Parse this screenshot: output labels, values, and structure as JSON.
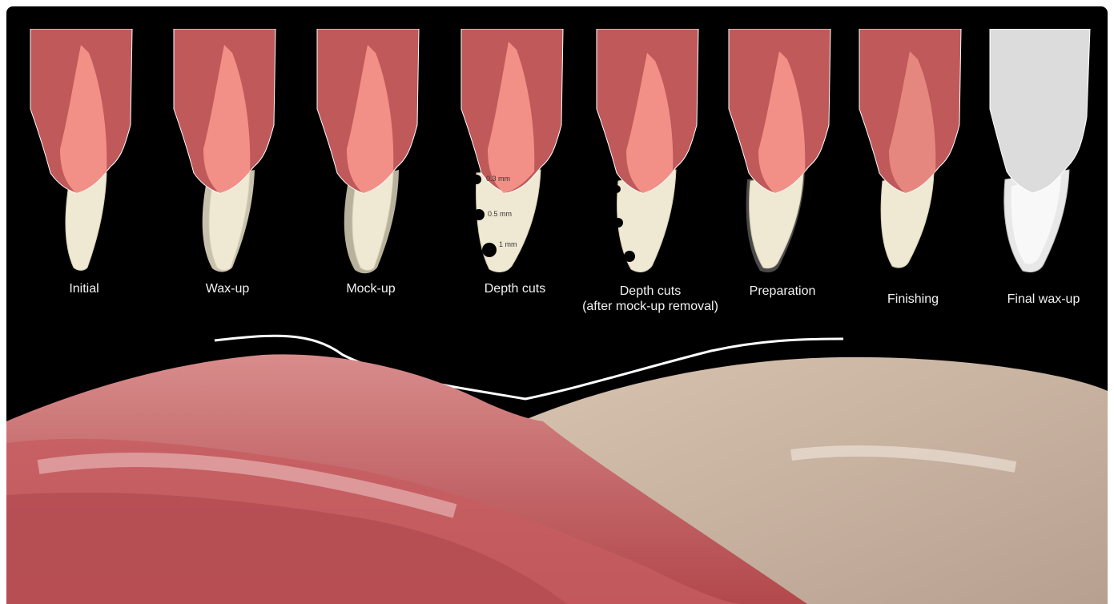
{
  "stages": [
    {
      "label": "Initial",
      "label2": ""
    },
    {
      "label": "Wax-up",
      "label2": ""
    },
    {
      "label": "Mock-up",
      "label2": ""
    },
    {
      "label": "Depth cuts",
      "label2": ""
    },
    {
      "label": "Depth cuts",
      "label2": "(after  mock-up removal)"
    },
    {
      "label": "Preparation",
      "label2": ""
    },
    {
      "label": "Finishing",
      "label2": ""
    },
    {
      "label": "Final wax-up",
      "label2": ""
    }
  ],
  "depth_marks": [
    "0.3 mm",
    "0.5 mm",
    "1 mm"
  ],
  "colors": {
    "background": "#000000",
    "gingiva": "#c0595a",
    "pulp": "#f4948a",
    "tooth": "#efe9d4",
    "wax": "#dcdcdc",
    "label": "#f2f2f2",
    "photo_left": "#c46a6c",
    "photo_right": "#c9b6a4"
  }
}
